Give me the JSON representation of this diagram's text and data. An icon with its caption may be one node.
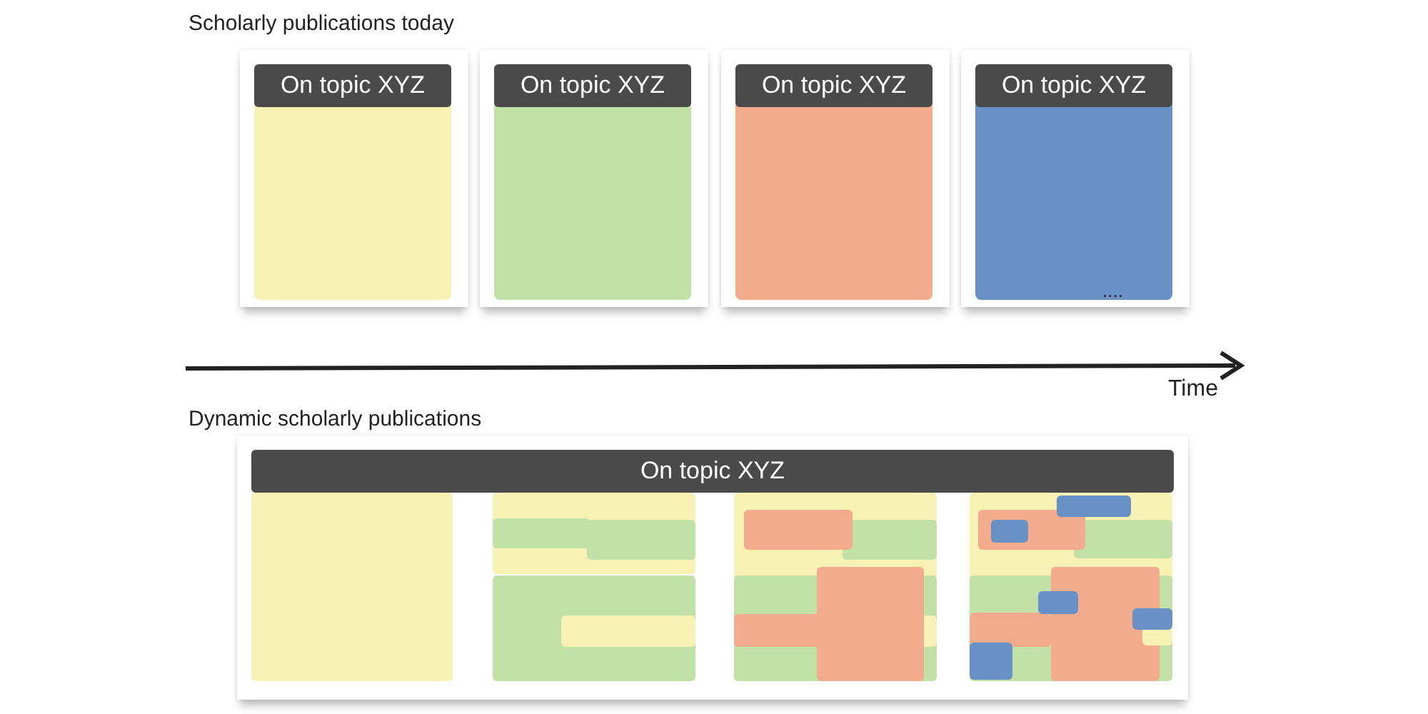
{
  "diagram": {
    "nodes": [
      {
        "text": [
          "On topic XYZ"
        ]
      },
      {
        "text": [
          "On topic XYZ"
        ]
      },
      {
        "text": [
          "On topic XYZ"
        ]
      },
      {
        "text": [
          "On topic XYZ"
        ]
      },
      {
        "text": [
          "On topic XYZ"
        ]
      }
    ],
    "labels": [
      "Scholarly publications today",
      "....",
      "Time",
      "Dynamic scholarly publications"
    ]
  }
}
